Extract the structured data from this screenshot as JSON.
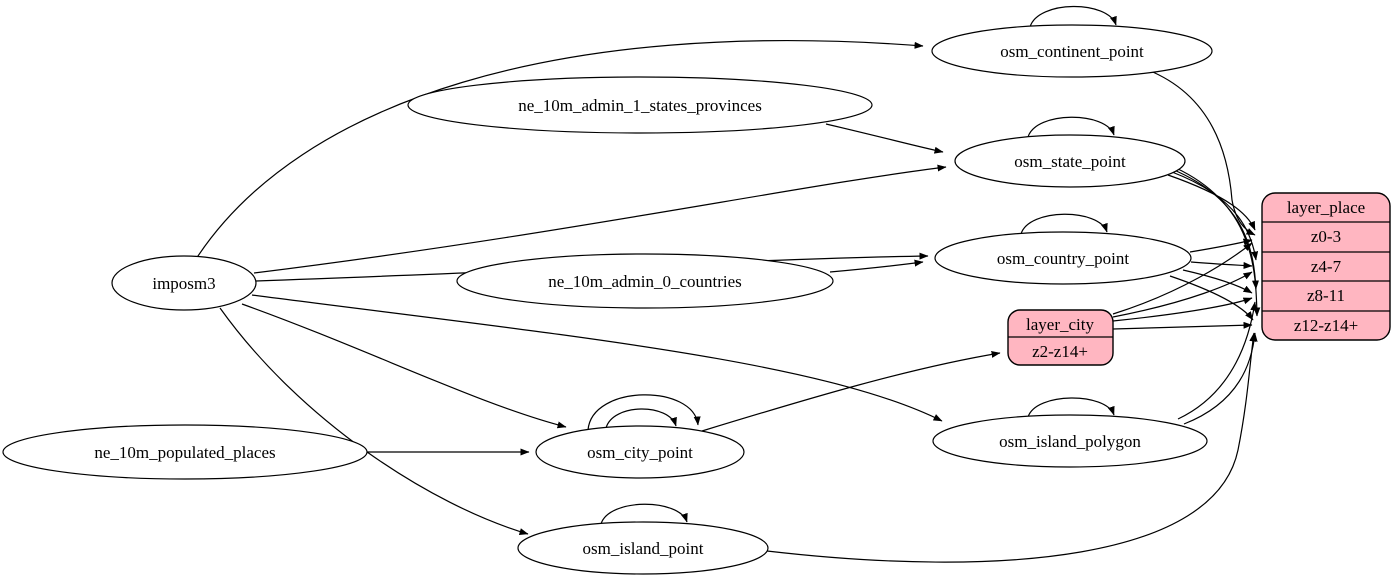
{
  "diagram_type": "etl-graph",
  "colors": {
    "record_fill": "#FFB6C1",
    "node_fill": "#FFFFFF",
    "stroke": "#000000",
    "background": "#FFFFFF"
  },
  "nodes": {
    "imposm3": "imposm3",
    "ne_10m_admin_1_states_provinces": "ne_10m_admin_1_states_provinces",
    "ne_10m_admin_0_countries": "ne_10m_admin_0_countries",
    "ne_10m_populated_places": "ne_10m_populated_places",
    "osm_continent_point": "osm_continent_point",
    "osm_state_point": "osm_state_point",
    "osm_country_point": "osm_country_point",
    "osm_city_point": "osm_city_point",
    "osm_island_polygon": "osm_island_polygon",
    "osm_island_point": "osm_island_point"
  },
  "records": {
    "layer_place": {
      "title": "layer_place",
      "rows": [
        "z0-3",
        "z4-7",
        "z8-11",
        "z12-z14+"
      ]
    },
    "layer_city": {
      "title": "layer_city",
      "rows": [
        "z2-z14+"
      ]
    }
  },
  "edges": [
    {
      "from": "imposm3",
      "to": "osm_continent_point"
    },
    {
      "from": "imposm3",
      "to": "osm_state_point"
    },
    {
      "from": "imposm3",
      "to": "osm_country_point"
    },
    {
      "from": "imposm3",
      "to": "osm_city_point"
    },
    {
      "from": "imposm3",
      "to": "osm_island_polygon"
    },
    {
      "from": "imposm3",
      "to": "osm_island_point"
    },
    {
      "from": "ne_10m_admin_1_states_provinces",
      "to": "osm_state_point"
    },
    {
      "from": "ne_10m_admin_0_countries",
      "to": "osm_country_point"
    },
    {
      "from": "ne_10m_populated_places",
      "to": "osm_city_point"
    },
    {
      "from": "osm_continent_point",
      "to": "osm_continent_point"
    },
    {
      "from": "osm_state_point",
      "to": "osm_state_point"
    },
    {
      "from": "osm_country_point",
      "to": "osm_country_point"
    },
    {
      "from": "osm_city_point",
      "to": "osm_city_point"
    },
    {
      "from": "osm_city_point",
      "to": "osm_city_point"
    },
    {
      "from": "osm_island_polygon",
      "to": "osm_island_polygon"
    },
    {
      "from": "osm_island_point",
      "to": "osm_island_point"
    },
    {
      "from": "osm_city_point",
      "to": "layer_city",
      "port": "z2-z14+"
    },
    {
      "from": "osm_continent_point",
      "to": "layer_place",
      "port": "z0-3"
    },
    {
      "from": "osm_state_point",
      "to": "layer_place",
      "port": "z0-3"
    },
    {
      "from": "osm_state_point",
      "to": "layer_place",
      "port": "z4-7"
    },
    {
      "from": "osm_state_point",
      "to": "layer_place",
      "port": "z8-11"
    },
    {
      "from": "osm_state_point",
      "to": "layer_place",
      "port": "z12-z14+"
    },
    {
      "from": "osm_country_point",
      "to": "layer_place",
      "port": "z0-3"
    },
    {
      "from": "osm_country_point",
      "to": "layer_place",
      "port": "z4-7"
    },
    {
      "from": "osm_country_point",
      "to": "layer_place",
      "port": "z8-11"
    },
    {
      "from": "osm_country_point",
      "to": "layer_place",
      "port": "z12-z14+"
    },
    {
      "from": "layer_city",
      "to": "layer_place",
      "port": "z0-3"
    },
    {
      "from": "layer_city",
      "to": "layer_place",
      "port": "z4-7"
    },
    {
      "from": "layer_city",
      "to": "layer_place",
      "port": "z8-11"
    },
    {
      "from": "layer_city",
      "to": "layer_place",
      "port": "z12-z14+"
    },
    {
      "from": "osm_island_polygon",
      "to": "layer_place",
      "port": "z8-11"
    },
    {
      "from": "osm_island_polygon",
      "to": "layer_place",
      "port": "z12-z14+"
    },
    {
      "from": "osm_island_point",
      "to": "layer_place",
      "port": "z12-z14+"
    }
  ]
}
